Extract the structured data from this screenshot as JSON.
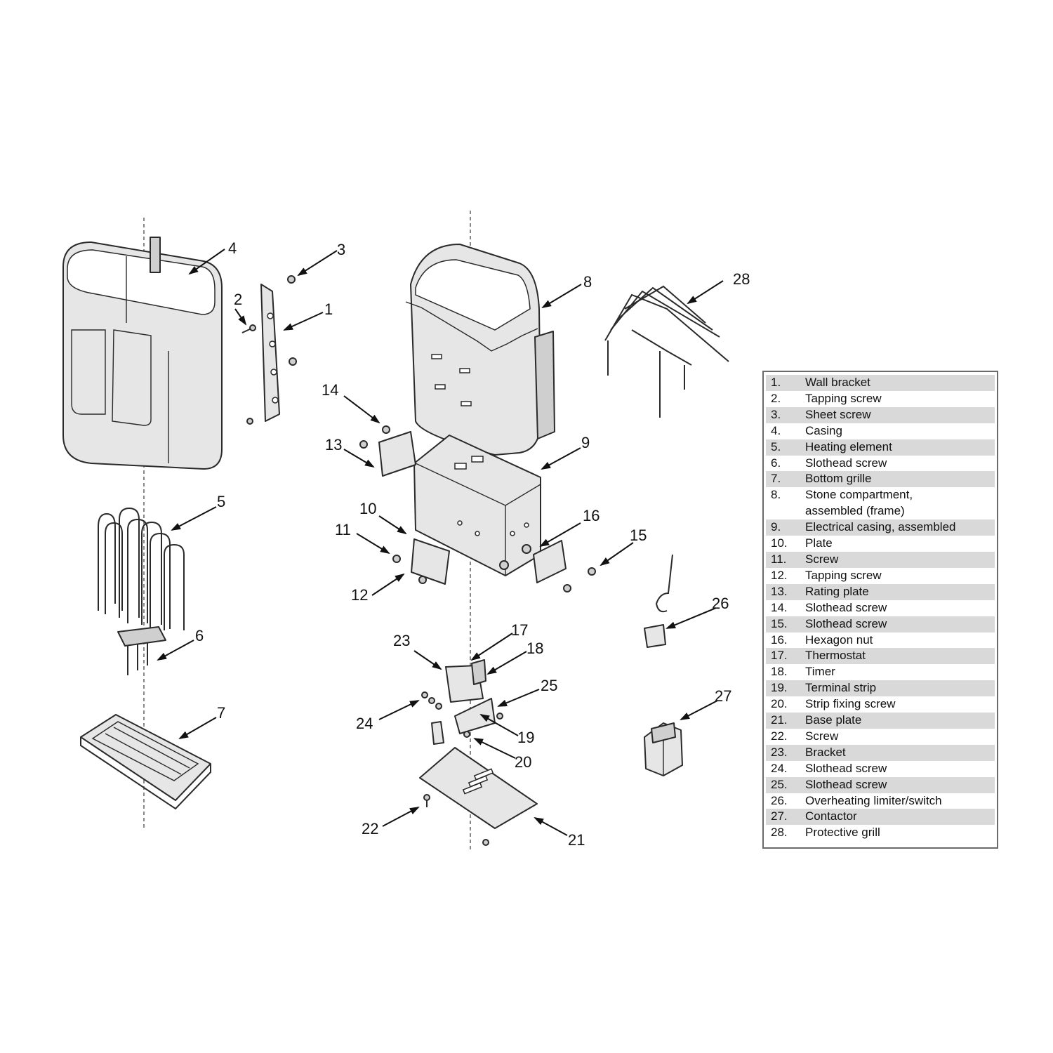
{
  "callouts": [
    "1",
    "2",
    "3",
    "4",
    "5",
    "6",
    "7",
    "8",
    "9",
    "10",
    "11",
    "12",
    "13",
    "14",
    "15",
    "16",
    "17",
    "18",
    "19",
    "20",
    "21",
    "22",
    "23",
    "24",
    "25",
    "26",
    "27",
    "28"
  ],
  "legend": [
    {
      "num": "1.",
      "label": "Wall bracket"
    },
    {
      "num": "2.",
      "label": "Tapping screw"
    },
    {
      "num": "3.",
      "label": "Sheet screw"
    },
    {
      "num": "4.",
      "label": "Casing"
    },
    {
      "num": "5.",
      "label": "Heating element"
    },
    {
      "num": "6.",
      "label": "Slothead screw"
    },
    {
      "num": "7.",
      "label": "Bottom grille"
    },
    {
      "num": "8.",
      "label": "Stone compartment,\nassembled (frame)"
    },
    {
      "num": "9.",
      "label": "Electrical casing, assembled"
    },
    {
      "num": "10.",
      "label": "Plate"
    },
    {
      "num": "11.",
      "label": "Screw"
    },
    {
      "num": "12.",
      "label": "Tapping screw"
    },
    {
      "num": "13.",
      "label": "Rating plate"
    },
    {
      "num": "14.",
      "label": "Slothead screw"
    },
    {
      "num": "15.",
      "label": "Slothead screw"
    },
    {
      "num": "16.",
      "label": "Hexagon nut"
    },
    {
      "num": "17.",
      "label": "Thermostat"
    },
    {
      "num": "18.",
      "label": "Timer"
    },
    {
      "num": "19.",
      "label": "Terminal strip"
    },
    {
      "num": "20.",
      "label": "Strip fixing screw"
    },
    {
      "num": "21.",
      "label": "Base plate"
    },
    {
      "num": "22.",
      "label": "Screw"
    },
    {
      "num": "23.",
      "label": "Bracket"
    },
    {
      "num": "24.",
      "label": "Slothead screw"
    },
    {
      "num": "25.",
      "label": "Slothead screw"
    },
    {
      "num": "26.",
      "label": "Overheating limiter/switch"
    },
    {
      "num": "27.",
      "label": "Contactor"
    },
    {
      "num": "28.",
      "label": "Protective grill"
    }
  ]
}
